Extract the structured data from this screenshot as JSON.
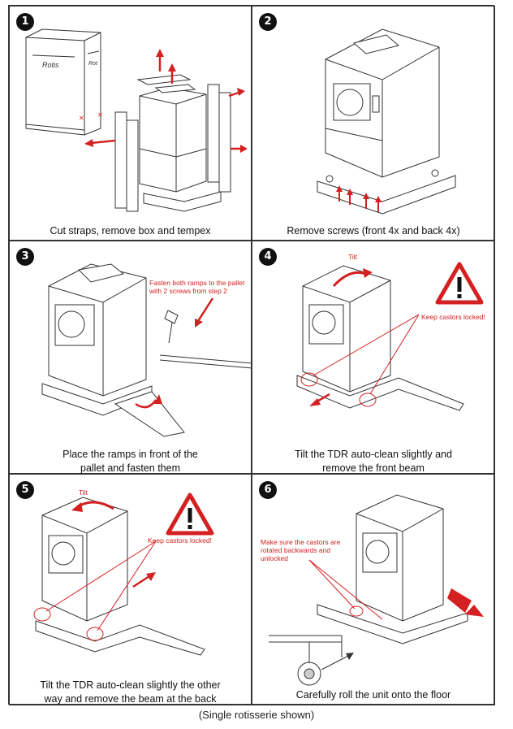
{
  "steps": [
    {
      "num": "1",
      "caption": "Cut straps, remove box and tempex"
    },
    {
      "num": "2",
      "caption": "Remove screws (front 4x and back 4x)"
    },
    {
      "num": "3",
      "caption": "Place the ramps in front of the pallet and fasten them",
      "note": "Fasten both ramps to the pallet with 2 screws from step 2"
    },
    {
      "num": "4",
      "caption": "Tilt the TDR auto-clean slightly and remove the front beam",
      "tilt": "Tilt",
      "warning": "Keep castors locked!"
    },
    {
      "num": "5",
      "caption": "Tilt the TDR auto-clean slightly the other way and remove the beam at the back",
      "tilt": "Tilt",
      "warning": "Keep castors locked!"
    },
    {
      "num": "6",
      "caption": "Carefully roll the unit onto the floor",
      "note": "Make sure the castors are rotated backwards and unlocked"
    }
  ],
  "footer": "(Single rotisserie shown)",
  "colors": {
    "accent": "#d42020",
    "line": "#333333"
  }
}
